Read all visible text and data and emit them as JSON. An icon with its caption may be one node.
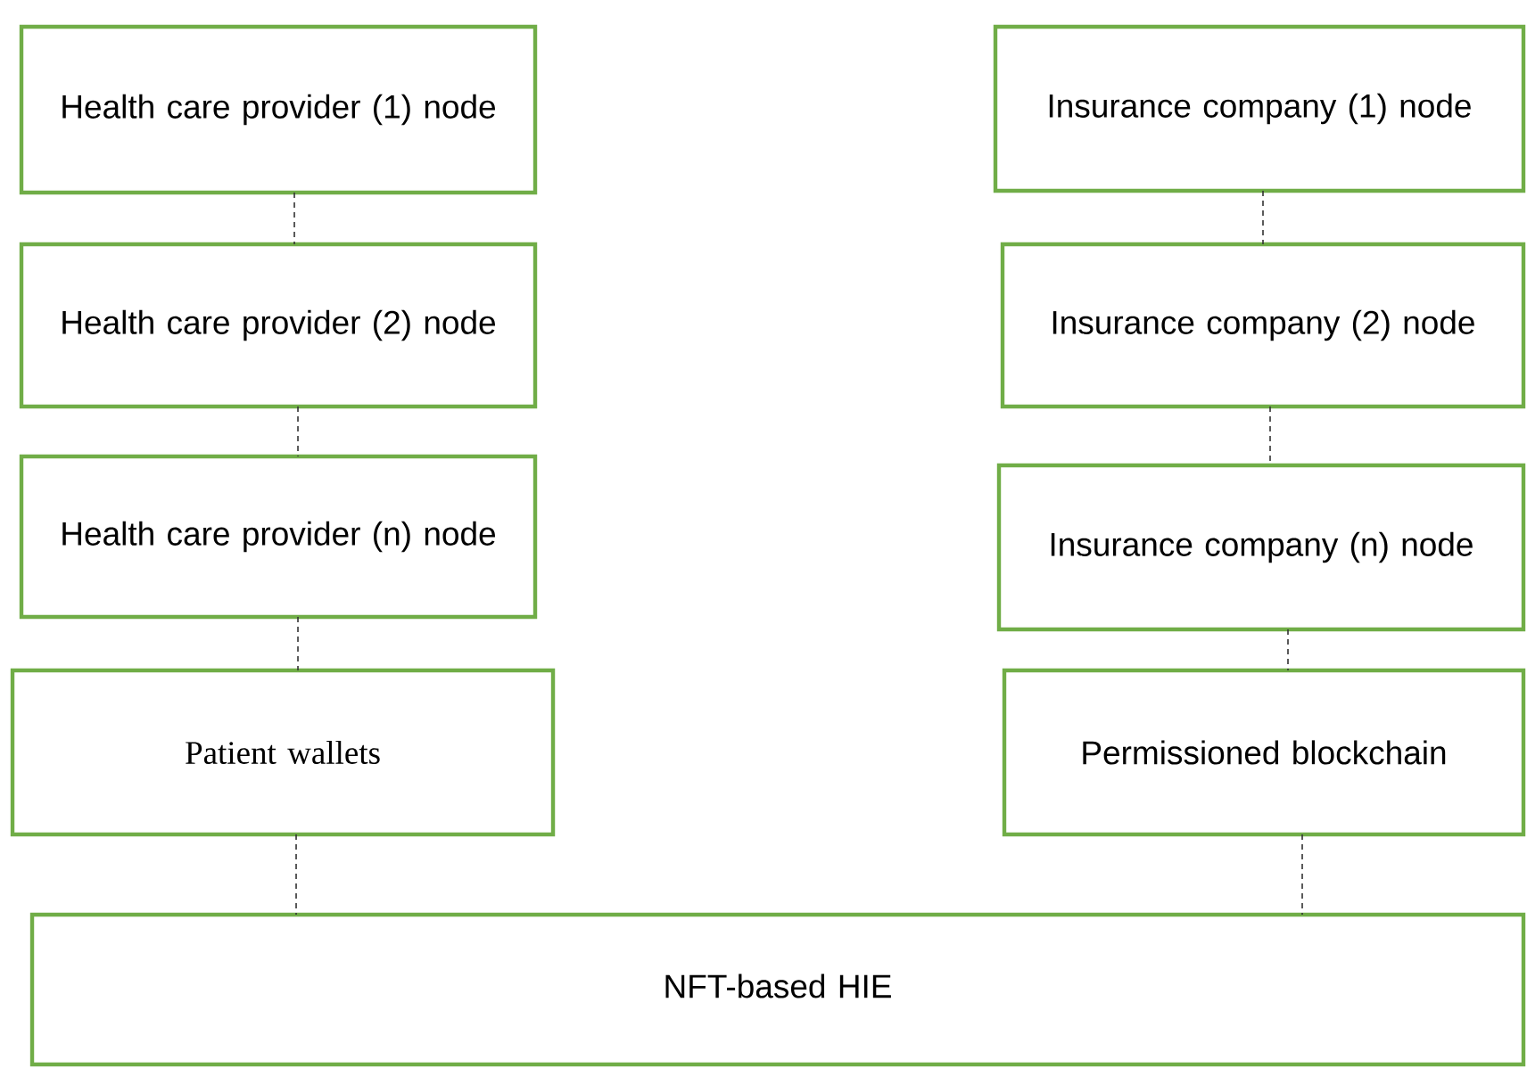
{
  "diagram": {
    "nodes": [
      {
        "text": [
          "Health care provider (1) node"
        ]
      },
      {
        "text": [
          "Health care provider (2) node"
        ]
      },
      {
        "text": [
          "Health care provider (n) node"
        ]
      },
      {
        "text": [
          "Patient wallets"
        ]
      },
      {
        "text": [
          "Insurance company (1) node"
        ]
      },
      {
        "text": [
          "Insurance company (2) node"
        ]
      },
      {
        "text": [
          "Insurance company (n) node"
        ]
      },
      {
        "text": [
          "Permissioned blockchain"
        ]
      },
      {
        "text": [
          "NFT-based HIE"
        ]
      }
    ],
    "edges": [
      {
        "from": 0,
        "to": 1,
        "arrow": "none",
        "style": "dashed"
      },
      {
        "from": 1,
        "to": 2,
        "arrow": "none",
        "style": "dashed"
      },
      {
        "from": 2,
        "to": 3,
        "arrow": "none",
        "style": "dashed"
      },
      {
        "from": 3,
        "to": 8,
        "arrow": "none",
        "style": "dashed"
      },
      {
        "from": 4,
        "to": 5,
        "arrow": "none",
        "style": "dashed"
      },
      {
        "from": 5,
        "to": 6,
        "arrow": "none",
        "style": "dashed"
      },
      {
        "from": 6,
        "to": 7,
        "arrow": "none",
        "style": "dashed"
      },
      {
        "from": 7,
        "to": 8,
        "arrow": "none",
        "style": "dashed"
      }
    ]
  }
}
